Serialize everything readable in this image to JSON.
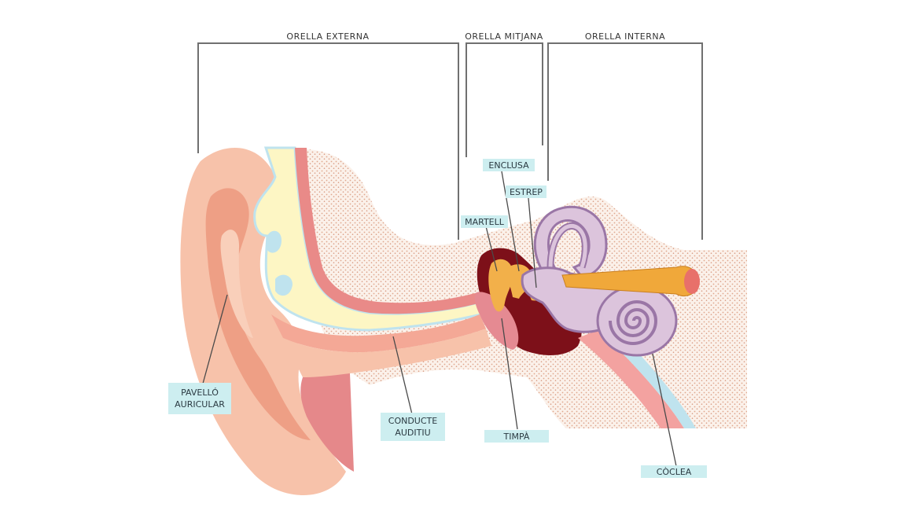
{
  "sections": {
    "outer": "ORELLA EXTERNA",
    "middle": "ORELLA MITJANA",
    "inner": "ORELLA INTERNA"
  },
  "labels": {
    "pinna_line1": "PAVELLÓ",
    "pinna_line2": "AURICULAR",
    "canal_line1": "CONDUCTE",
    "canal_line2": "AUDITIU",
    "eardrum": "TIMPÀ",
    "malleus": "MARTELL",
    "incus": "ENCLUSA",
    "stapes": "ESTREP",
    "cochlea": "CÒCLEA"
  },
  "colors": {
    "skin": "#f7c2aa",
    "skin_dark": "#ee9f85",
    "cartilage": "#fdf6c4",
    "cartilage_edge": "#bfe3ee",
    "canal_wall": "#e98a88",
    "muscle": "#d8707a",
    "bone_texture": "#f4dccc",
    "dark_red": "#7d1019",
    "ossicle": "#f2b04a",
    "inner_ear": "#dcc4dc",
    "inner_ear_edge": "#9a76a6",
    "nerve": "#f0a83a",
    "label_bg": "#cdeef0"
  }
}
